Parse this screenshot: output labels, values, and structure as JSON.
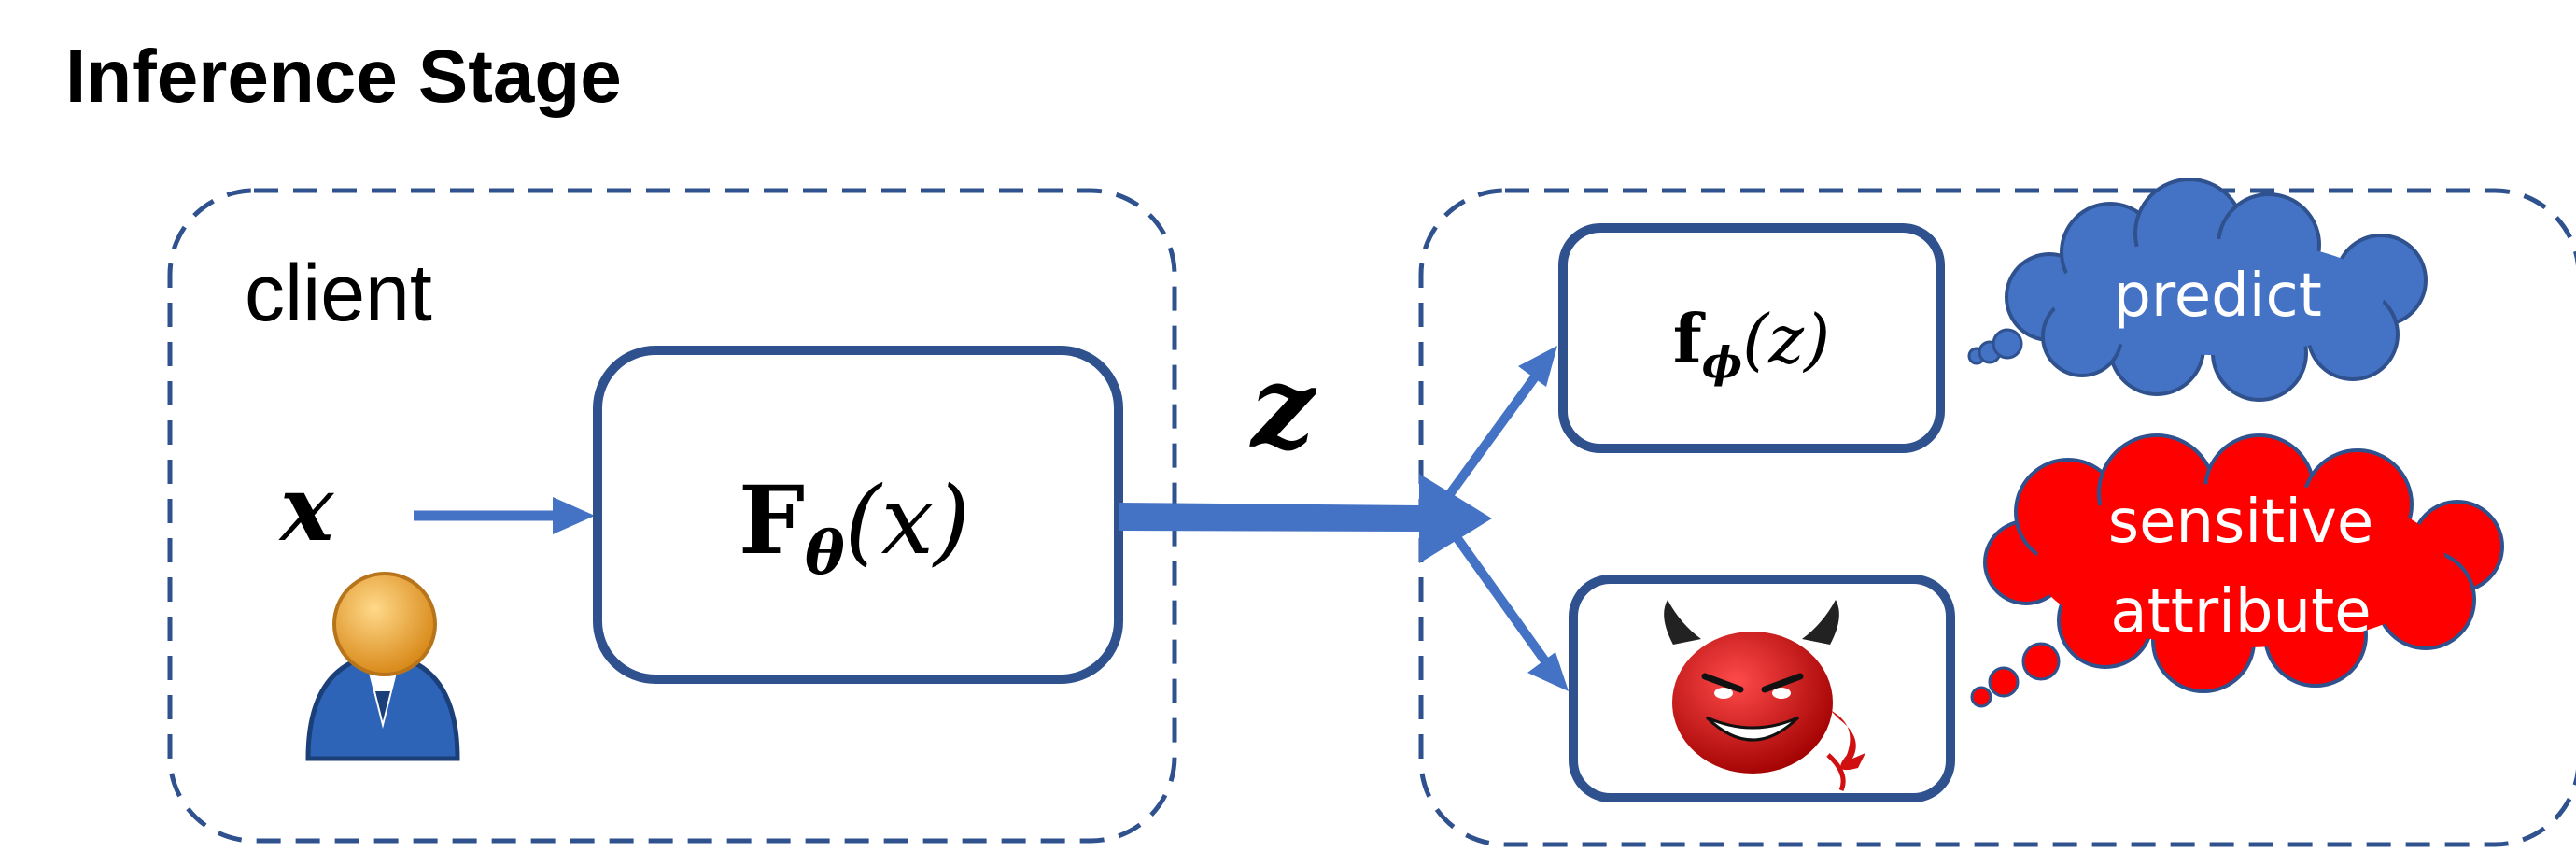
{
  "title": "Inference Stage",
  "client": {
    "label": "client"
  },
  "labels": {
    "input": "x",
    "encoder_main": "F",
    "encoder_sub": "θ",
    "encoder_arg": "(x)",
    "embedding": "z",
    "head_main": "f",
    "head_sub": "ϕ",
    "head_arg": "(z)"
  },
  "clouds": {
    "predict": "predict",
    "sensitive_line1": "sensitive",
    "sensitive_line2": "attribute"
  },
  "colors": {
    "box_stroke": "#2F528F",
    "arrow": "#4472C4",
    "dash": "#2F528F",
    "predict_cloud": "#4472C4",
    "sensitive_cloud": "#FF0000",
    "user_head": "#E8A33A",
    "user_body": "#2E64B8",
    "devil": "#D01010"
  },
  "icons": [
    "user-icon",
    "devil-icon"
  ]
}
